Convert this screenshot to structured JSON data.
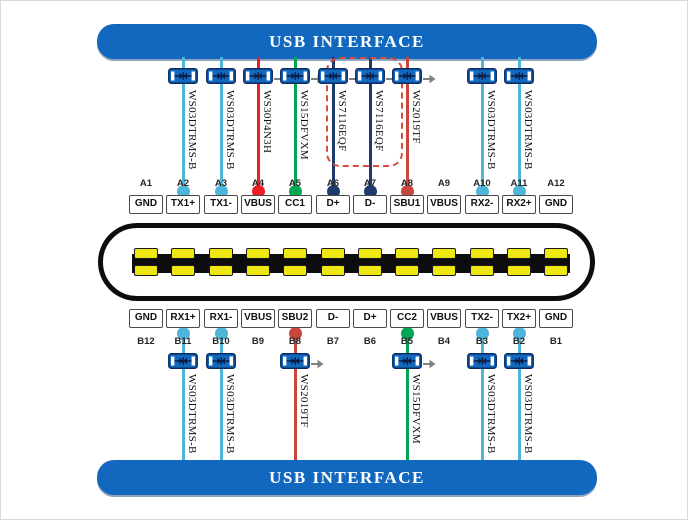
{
  "header": {
    "title": "USB INTERFACE"
  },
  "footer": {
    "title": "USB INTERFACE"
  },
  "colors": {
    "banner_blue": "#1268BE",
    "light_blue_line": "#4EB5DB",
    "bright_red_line": "#EE1C25",
    "green_line": "#00A651",
    "navy_line": "#1F3B6D",
    "brick_red_line": "#C9463F",
    "highlight_dashed": "#DC4A3C",
    "connector_pin_yellow": "#F0E614"
  },
  "pins": {
    "top": [
      {
        "num": "A1",
        "signal": "GND"
      },
      {
        "num": "A2",
        "signal": "TX1+"
      },
      {
        "num": "A3",
        "signal": "TX1-"
      },
      {
        "num": "A4",
        "signal": "VBUS"
      },
      {
        "num": "A5",
        "signal": "CC1"
      },
      {
        "num": "A6",
        "signal": "D+"
      },
      {
        "num": "A7",
        "signal": "D-"
      },
      {
        "num": "A8",
        "signal": "SBU1"
      },
      {
        "num": "A9",
        "signal": "VBUS"
      },
      {
        "num": "A10",
        "signal": "RX2-"
      },
      {
        "num": "A11",
        "signal": "RX2+"
      },
      {
        "num": "A12",
        "signal": "GND"
      }
    ],
    "bottom": [
      {
        "num": "B12",
        "signal": "GND"
      },
      {
        "num": "B11",
        "signal": "RX1+"
      },
      {
        "num": "B10",
        "signal": "RX1-"
      },
      {
        "num": "B9",
        "signal": "VBUS"
      },
      {
        "num": "B8",
        "signal": "SBU2"
      },
      {
        "num": "B7",
        "signal": "D-"
      },
      {
        "num": "B6",
        "signal": "D+"
      },
      {
        "num": "B5",
        "signal": "CC2"
      },
      {
        "num": "B4",
        "signal": "VBUS"
      },
      {
        "num": "B3",
        "signal": "TX2-"
      },
      {
        "num": "B2",
        "signal": "TX2+"
      },
      {
        "num": "B1",
        "signal": "GND"
      }
    ]
  },
  "components": {
    "top": [
      {
        "pin": "A2",
        "part": "WS03DTRMS-B",
        "line_color": "#4EB5DB",
        "arrow": false,
        "highlight": false
      },
      {
        "pin": "A3",
        "part": "WS03DTRMS-B",
        "line_color": "#4EB5DB",
        "arrow": false,
        "highlight": false
      },
      {
        "pin": "A4",
        "part": "WS30P4N3H",
        "line_color": "#EE1C25",
        "arrow": true,
        "highlight": false
      },
      {
        "pin": "A5",
        "part": "WS15DFVXM",
        "line_color": "#00A651",
        "arrow": true,
        "highlight": false
      },
      {
        "pin": "A6",
        "part": "WS7116EQF",
        "line_color": "#1F3B6D",
        "arrow": true,
        "highlight": true
      },
      {
        "pin": "A7",
        "part": "WS7116EQF",
        "line_color": "#1F3B6D",
        "arrow": true,
        "highlight": true
      },
      {
        "pin": "A8",
        "part": "WS2019TF",
        "line_color": "#C9463F",
        "arrow": true,
        "highlight": false
      },
      {
        "pin": "A10",
        "part": "WS03DTRMS-B",
        "line_color": "#4EB5DB",
        "arrow": false,
        "highlight": false
      },
      {
        "pin": "A11",
        "part": "WS03DTRMS-B",
        "line_color": "#4EB5DB",
        "arrow": false,
        "highlight": false
      }
    ],
    "bottom": [
      {
        "pin": "B11",
        "part": "WS03DTRMS-B",
        "line_color": "#4EB5DB",
        "arrow": false,
        "highlight": false
      },
      {
        "pin": "B10",
        "part": "WS03DTRMS-B",
        "line_color": "#4EB5DB",
        "arrow": false,
        "highlight": false
      },
      {
        "pin": "B8",
        "part": "WS2019TF",
        "line_color": "#C9463F",
        "arrow": true,
        "highlight": false
      },
      {
        "pin": "B5",
        "part": "WS15DFVXM",
        "line_color": "#00A651",
        "arrow": true,
        "highlight": false
      },
      {
        "pin": "B3",
        "part": "WS03DTRMS-B",
        "line_color": "#4EB5DB",
        "arrow": false,
        "highlight": false
      },
      {
        "pin": "B2",
        "part": "WS03DTRMS-B",
        "line_color": "#4EB5DB",
        "arrow": false,
        "highlight": false
      }
    ]
  },
  "connector": {
    "type": "USB Type-C receptacle",
    "pin_pair_count": 12
  }
}
